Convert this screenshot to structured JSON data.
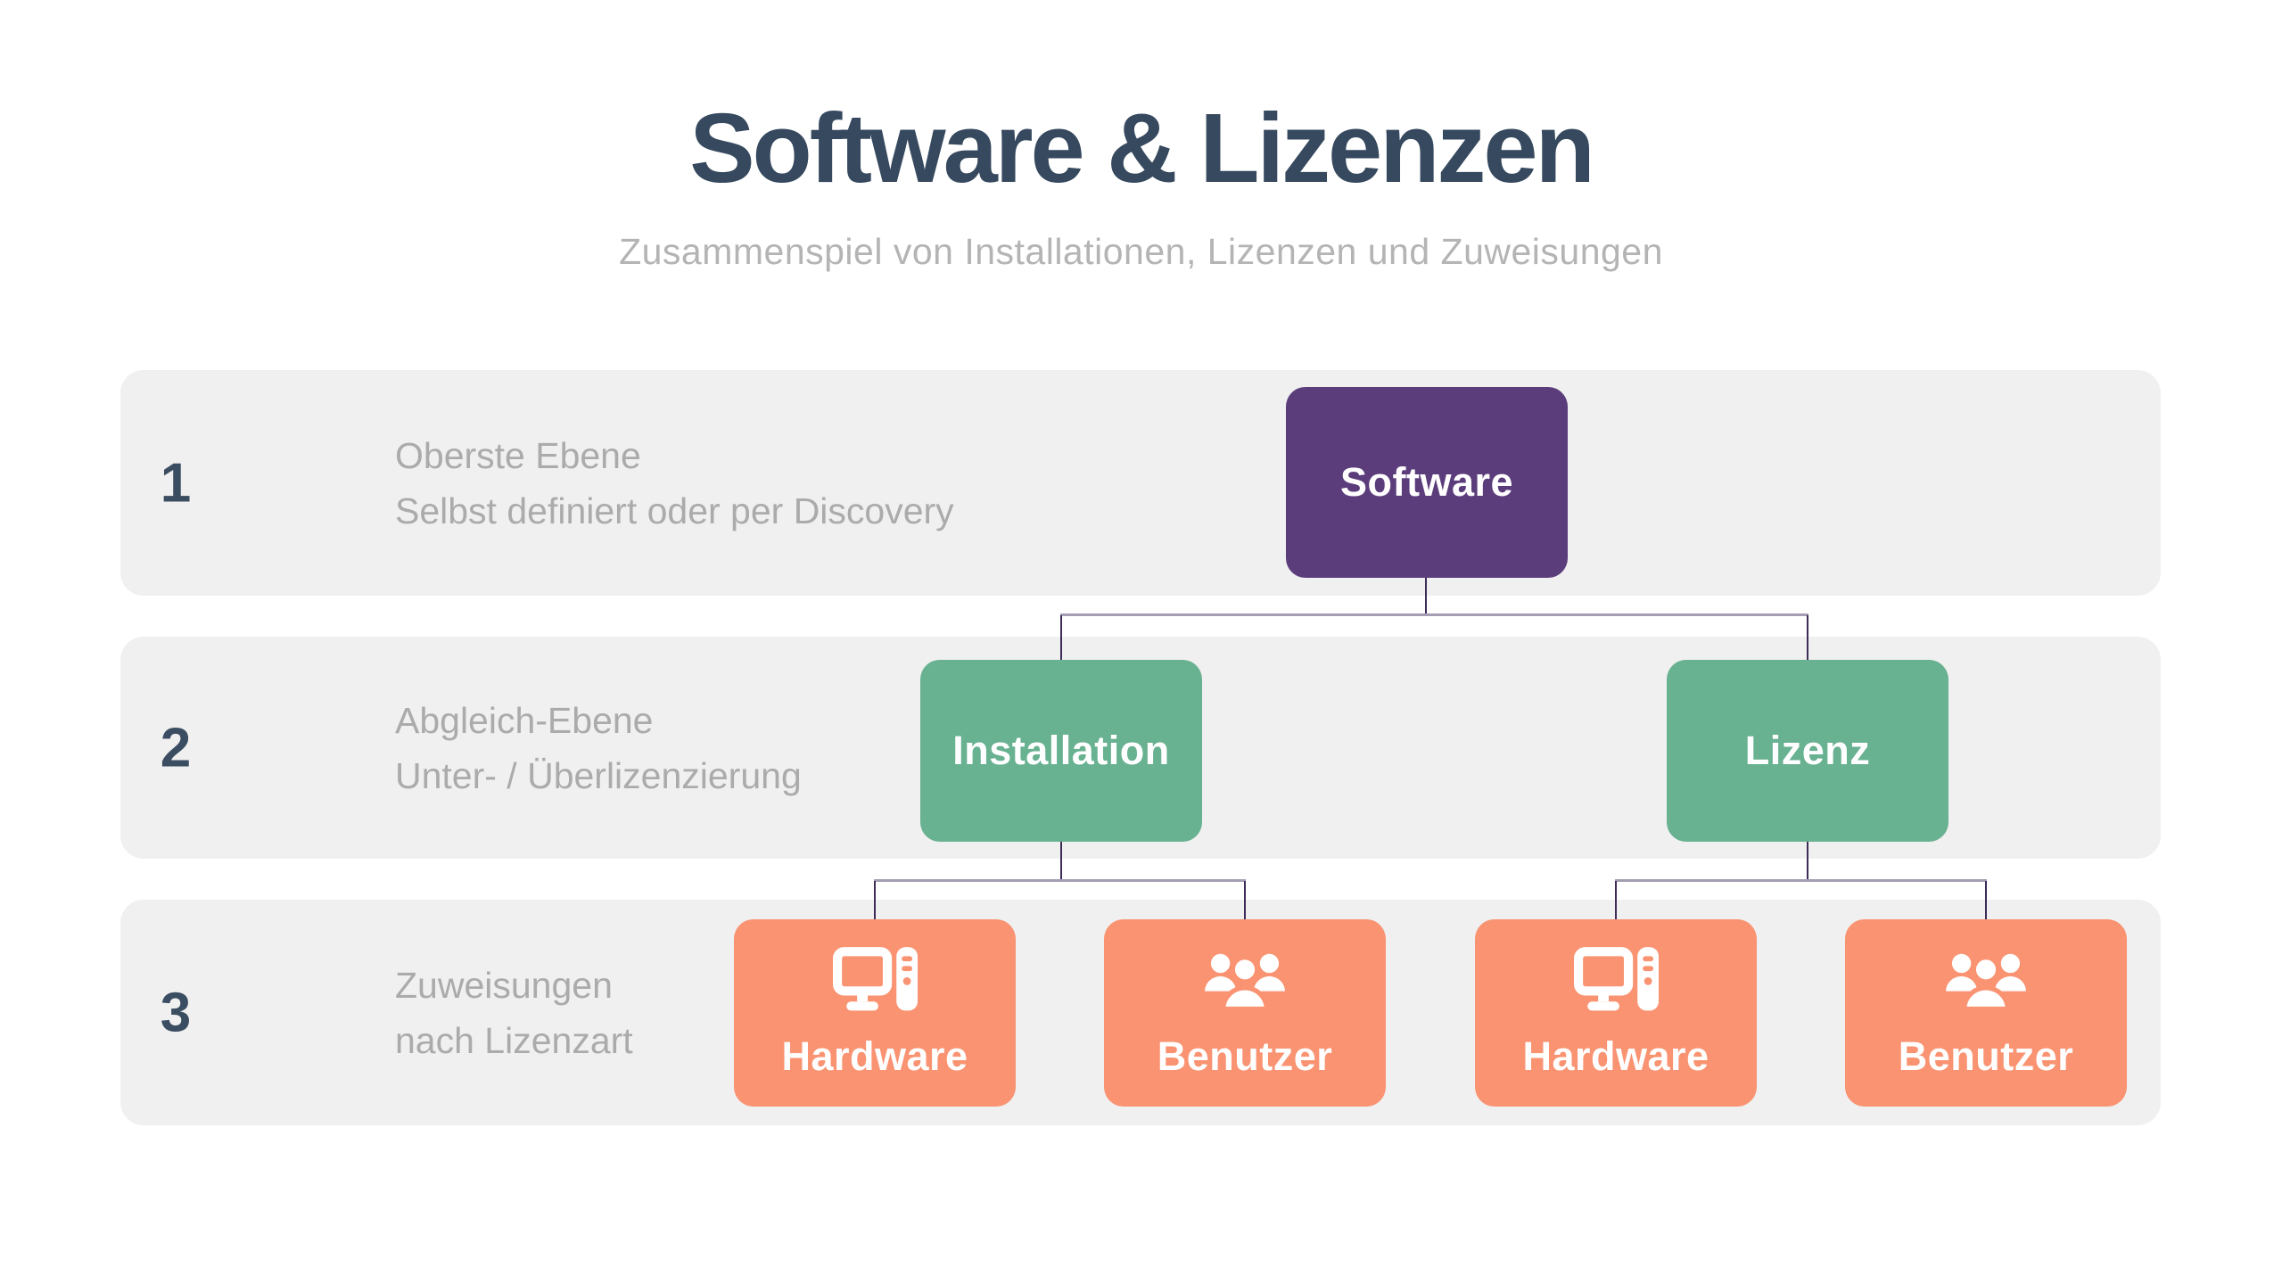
{
  "title": "Software & Lizenzen",
  "subtitle": "Zusammenspiel von Installationen, Lizenzen und Zuweisungen",
  "levels": [
    {
      "number": "1",
      "description_line1": "Oberste Ebene",
      "description_line2": "Selbst definiert oder per Discovery"
    },
    {
      "number": "2",
      "description_line1": "Abgleich-Ebene",
      "description_line2": "Unter- / Überlizenzierung"
    },
    {
      "number": "3",
      "description_line1": "Zuweisungen",
      "description_line2": "nach Lizenzart"
    }
  ],
  "tree": {
    "root": {
      "label": "Software"
    },
    "level2": [
      {
        "label": "Installation",
        "parent": "Software"
      },
      {
        "label": "Lizenz",
        "parent": "Software"
      }
    ],
    "level3": [
      {
        "label": "Hardware",
        "icon": "desktop-computer-icon",
        "parent": "Installation"
      },
      {
        "label": "Benutzer",
        "icon": "users-icon",
        "parent": "Installation"
      },
      {
        "label": "Hardware",
        "icon": "desktop-computer-icon",
        "parent": "Lizenz"
      },
      {
        "label": "Benutzer",
        "icon": "users-icon",
        "parent": "Lizenz"
      }
    ]
  },
  "colors": {
    "root_node": "#5B3D7C",
    "level2_node": "#68B191",
    "level3_node": "#F99372",
    "row_background": "#F0F0F0",
    "heading_text": "#36495E",
    "muted_text": "#ABABAB",
    "connector_vertical": "#3E2B58",
    "connector_horizontal": "#A49DB3",
    "node_text": "#FFFFFF"
  }
}
